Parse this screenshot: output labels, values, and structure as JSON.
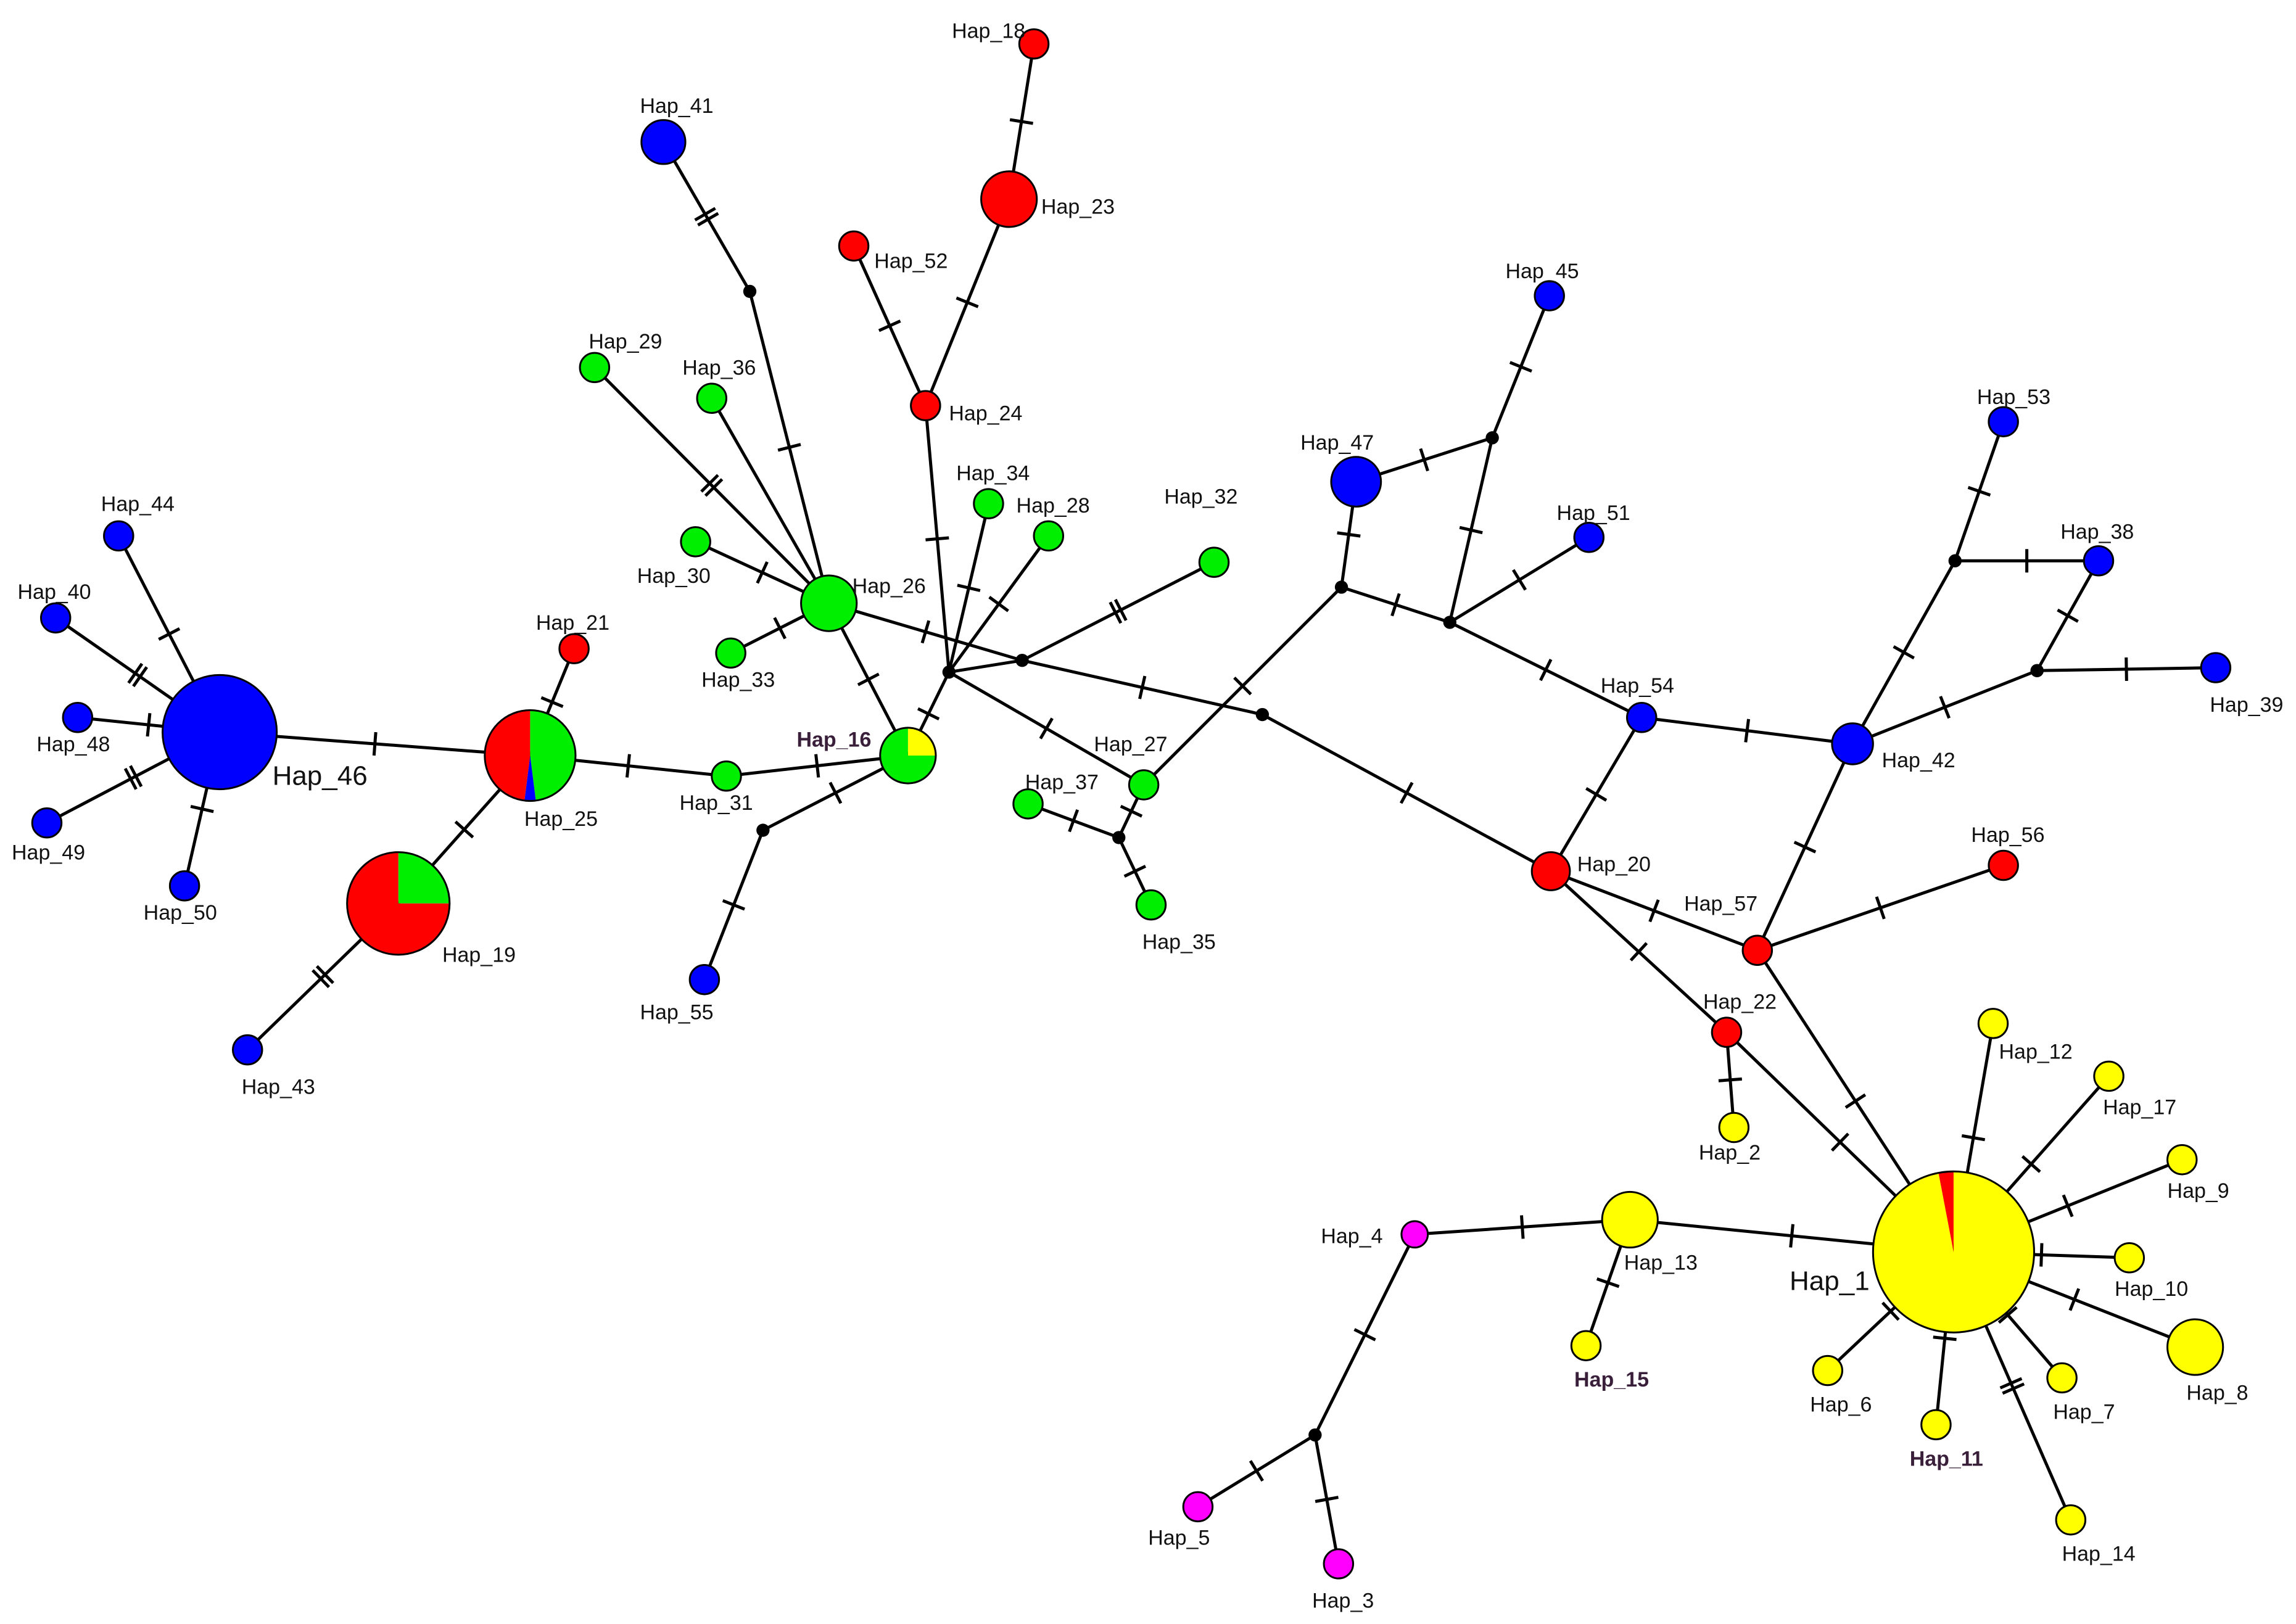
{
  "colors": {
    "red": "#ff0000",
    "green": "#00ee00",
    "blue": "#0000ff",
    "yellow": "#ffff00",
    "magenta": "#ff00ff",
    "median_vector": "#000000",
    "edge": "#000000"
  },
  "haplotypes": [
    {
      "id": "Hap_1",
      "label": "Hap_1",
      "slices": [
        {
          "color": "yellow",
          "fraction": 0.97
        },
        {
          "color": "red",
          "fraction": 0.03
        }
      ]
    },
    {
      "id": "Hap_2",
      "label": "Hap_2",
      "slices": [
        {
          "color": "yellow",
          "fraction": 1
        }
      ]
    },
    {
      "id": "Hap_3",
      "label": "Hap_3",
      "slices": [
        {
          "color": "magenta",
          "fraction": 1
        }
      ]
    },
    {
      "id": "Hap_4",
      "label": "Hap_4",
      "slices": [
        {
          "color": "magenta",
          "fraction": 1
        }
      ]
    },
    {
      "id": "Hap_5",
      "label": "Hap_5",
      "slices": [
        {
          "color": "magenta",
          "fraction": 1
        }
      ]
    },
    {
      "id": "Hap_6",
      "label": "Hap_6",
      "slices": [
        {
          "color": "yellow",
          "fraction": 1
        }
      ]
    },
    {
      "id": "Hap_7",
      "label": "Hap_7",
      "slices": [
        {
          "color": "yellow",
          "fraction": 1
        }
      ]
    },
    {
      "id": "Hap_8",
      "label": "Hap_8",
      "slices": [
        {
          "color": "yellow",
          "fraction": 1
        }
      ]
    },
    {
      "id": "Hap_9",
      "label": "Hap_9",
      "slices": [
        {
          "color": "yellow",
          "fraction": 1
        }
      ]
    },
    {
      "id": "Hap_10",
      "label": "Hap_10",
      "slices": [
        {
          "color": "yellow",
          "fraction": 1
        }
      ]
    },
    {
      "id": "Hap_11",
      "label": "Hap_11",
      "bold": true,
      "slices": [
        {
          "color": "yellow",
          "fraction": 1
        }
      ]
    },
    {
      "id": "Hap_12",
      "label": "Hap_12",
      "slices": [
        {
          "color": "yellow",
          "fraction": 1
        }
      ]
    },
    {
      "id": "Hap_13",
      "label": "Hap_13",
      "slices": [
        {
          "color": "yellow",
          "fraction": 1
        }
      ]
    },
    {
      "id": "Hap_14",
      "label": "Hap_14",
      "slices": [
        {
          "color": "yellow",
          "fraction": 1
        }
      ]
    },
    {
      "id": "Hap_15",
      "label": "Hap_15",
      "bold": true,
      "slices": [
        {
          "color": "yellow",
          "fraction": 1
        }
      ]
    },
    {
      "id": "Hap_16",
      "label": "Hap_16",
      "bold": true,
      "slices": [
        {
          "color": "yellow",
          "fraction": 0.25
        },
        {
          "color": "green",
          "fraction": 0.75
        }
      ]
    },
    {
      "id": "Hap_17",
      "label": "Hap_17",
      "slices": [
        {
          "color": "yellow",
          "fraction": 1
        }
      ]
    },
    {
      "id": "Hap_18",
      "label": "Hap_18",
      "slices": [
        {
          "color": "red",
          "fraction": 1
        }
      ]
    },
    {
      "id": "Hap_19",
      "label": "Hap_19",
      "slices": [
        {
          "color": "green",
          "fraction": 0.25
        },
        {
          "color": "red",
          "fraction": 0.75
        }
      ]
    },
    {
      "id": "Hap_20",
      "label": "Hap_20",
      "slices": [
        {
          "color": "red",
          "fraction": 1
        }
      ]
    },
    {
      "id": "Hap_21",
      "label": "Hap_21",
      "slices": [
        {
          "color": "red",
          "fraction": 1
        }
      ]
    },
    {
      "id": "Hap_22",
      "label": "Hap_22",
      "slices": [
        {
          "color": "red",
          "fraction": 1
        }
      ]
    },
    {
      "id": "Hap_23",
      "label": "Hap_23",
      "slices": [
        {
          "color": "red",
          "fraction": 1
        }
      ]
    },
    {
      "id": "Hap_24",
      "label": "Hap_24",
      "slices": [
        {
          "color": "red",
          "fraction": 1
        }
      ]
    },
    {
      "id": "Hap_25",
      "label": "Hap_25",
      "slices": [
        {
          "color": "green",
          "fraction": 0.48
        },
        {
          "color": "blue",
          "fraction": 0.04
        },
        {
          "color": "red",
          "fraction": 0.48
        }
      ]
    },
    {
      "id": "Hap_26",
      "label": "Hap_26",
      "slices": [
        {
          "color": "green",
          "fraction": 1
        }
      ]
    },
    {
      "id": "Hap_27",
      "label": "Hap_27",
      "slices": [
        {
          "color": "green",
          "fraction": 1
        }
      ]
    },
    {
      "id": "Hap_28",
      "label": "Hap_28",
      "slices": [
        {
          "color": "green",
          "fraction": 1
        }
      ]
    },
    {
      "id": "Hap_29",
      "label": "Hap_29",
      "slices": [
        {
          "color": "green",
          "fraction": 1
        }
      ]
    },
    {
      "id": "Hap_30",
      "label": "Hap_30",
      "slices": [
        {
          "color": "green",
          "fraction": 1
        }
      ]
    },
    {
      "id": "Hap_31",
      "label": "Hap_31",
      "slices": [
        {
          "color": "green",
          "fraction": 1
        }
      ]
    },
    {
      "id": "Hap_32",
      "label": "Hap_32",
      "slices": [
        {
          "color": "green",
          "fraction": 1
        }
      ]
    },
    {
      "id": "Hap_33",
      "label": "Hap_33",
      "slices": [
        {
          "color": "green",
          "fraction": 1
        }
      ]
    },
    {
      "id": "Hap_34",
      "label": "Hap_34",
      "slices": [
        {
          "color": "green",
          "fraction": 1
        }
      ]
    },
    {
      "id": "Hap_35",
      "label": "Hap_35",
      "slices": [
        {
          "color": "green",
          "fraction": 1
        }
      ]
    },
    {
      "id": "Hap_36",
      "label": "Hap_36",
      "slices": [
        {
          "color": "green",
          "fraction": 1
        }
      ]
    },
    {
      "id": "Hap_37",
      "label": "Hap_37",
      "slices": [
        {
          "color": "green",
          "fraction": 1
        }
      ]
    },
    {
      "id": "Hap_38",
      "label": "Hap_38",
      "slices": [
        {
          "color": "blue",
          "fraction": 1
        }
      ]
    },
    {
      "id": "Hap_39",
      "label": "Hap_39",
      "slices": [
        {
          "color": "blue",
          "fraction": 1
        }
      ]
    },
    {
      "id": "Hap_40",
      "label": "Hap_40",
      "slices": [
        {
          "color": "blue",
          "fraction": 1
        }
      ]
    },
    {
      "id": "Hap_41",
      "label": "Hap_41",
      "slices": [
        {
          "color": "blue",
          "fraction": 1
        }
      ]
    },
    {
      "id": "Hap_42",
      "label": "Hap_42",
      "slices": [
        {
          "color": "blue",
          "fraction": 1
        }
      ]
    },
    {
      "id": "Hap_43",
      "label": "Hap_43",
      "slices": [
        {
          "color": "blue",
          "fraction": 1
        }
      ]
    },
    {
      "id": "Hap_44",
      "label": "Hap_44",
      "slices": [
        {
          "color": "blue",
          "fraction": 1
        }
      ]
    },
    {
      "id": "Hap_45",
      "label": "Hap_45",
      "slices": [
        {
          "color": "blue",
          "fraction": 1
        }
      ]
    },
    {
      "id": "Hap_46",
      "label": "Hap_46",
      "slices": [
        {
          "color": "blue",
          "fraction": 1
        }
      ]
    },
    {
      "id": "Hap_47",
      "label": "Hap_47",
      "slices": [
        {
          "color": "blue",
          "fraction": 1
        }
      ]
    },
    {
      "id": "Hap_48",
      "label": "Hap_48",
      "slices": [
        {
          "color": "blue",
          "fraction": 1
        }
      ]
    },
    {
      "id": "Hap_49",
      "label": "Hap_49",
      "slices": [
        {
          "color": "blue",
          "fraction": 1
        }
      ]
    },
    {
      "id": "Hap_50",
      "label": "Hap_50",
      "slices": [
        {
          "color": "blue",
          "fraction": 1
        }
      ]
    },
    {
      "id": "Hap_51",
      "label": "Hap_51",
      "slices": [
        {
          "color": "blue",
          "fraction": 1
        }
      ]
    },
    {
      "id": "Hap_52",
      "label": "Hap_52",
      "slices": [
        {
          "color": "red",
          "fraction": 1
        }
      ]
    },
    {
      "id": "Hap_53",
      "label": "Hap_53",
      "slices": [
        {
          "color": "blue",
          "fraction": 1
        }
      ]
    },
    {
      "id": "Hap_54",
      "label": "Hap_54",
      "slices": [
        {
          "color": "blue",
          "fraction": 1
        }
      ]
    },
    {
      "id": "Hap_55",
      "label": "Hap_55",
      "slices": [
        {
          "color": "blue",
          "fraction": 1
        }
      ]
    },
    {
      "id": "Hap_56",
      "label": "Hap_56",
      "slices": [
        {
          "color": "red",
          "fraction": 1
        }
      ]
    },
    {
      "id": "Hap_57",
      "label": "Hap_57",
      "slices": [
        {
          "color": "red",
          "fraction": 1
        }
      ]
    }
  ],
  "median_vectors": [
    "mv1",
    "mv2",
    "mv3",
    "mv4",
    "mv5",
    "mv6",
    "mv7",
    "mv8",
    "mv9",
    "mv10",
    "mv11",
    "mv12",
    "mv13"
  ],
  "edges": [
    {
      "from": "Hap_46",
      "to": "Hap_44",
      "mutations": 1
    },
    {
      "from": "Hap_46",
      "to": "Hap_40",
      "mutations": 2
    },
    {
      "from": "Hap_46",
      "to": "Hap_48",
      "mutations": 1
    },
    {
      "from": "Hap_46",
      "to": "Hap_49",
      "mutations": 2
    },
    {
      "from": "Hap_46",
      "to": "Hap_50",
      "mutations": 1
    },
    {
      "from": "Hap_46",
      "to": "Hap_25",
      "mutations": 1
    },
    {
      "from": "Hap_25",
      "to": "Hap_21",
      "mutations": 1
    },
    {
      "from": "Hap_25",
      "to": "Hap_19",
      "mutations": 1
    },
    {
      "from": "Hap_19",
      "to": "Hap_43",
      "mutations": 2
    },
    {
      "from": "Hap_25",
      "to": "Hap_31",
      "mutations": 1
    },
    {
      "from": "Hap_31",
      "to": "Hap_16",
      "mutations": 1
    },
    {
      "from": "Hap_16",
      "to": "mv3",
      "mutations": 1
    },
    {
      "from": "mv3",
      "to": "Hap_55",
      "mutations": 1
    },
    {
      "from": "Hap_16",
      "to": "Hap_26",
      "mutations": 1
    },
    {
      "from": "Hap_16",
      "to": "mv2",
      "mutations": 1
    },
    {
      "from": "Hap_26",
      "to": "Hap_29",
      "mutations": 2
    },
    {
      "from": "Hap_26",
      "to": "Hap_36",
      "mutations": 0
    },
    {
      "from": "Hap_26",
      "to": "Hap_30",
      "mutations": 1
    },
    {
      "from": "Hap_26",
      "to": "Hap_33",
      "mutations": 1
    },
    {
      "from": "Hap_26",
      "to": "mv1",
      "mutations": 1
    },
    {
      "from": "mv1",
      "to": "Hap_41",
      "mutations": 2
    },
    {
      "from": "Hap_26",
      "to": "mv4",
      "mutations": 1
    },
    {
      "from": "mv2",
      "to": "Hap_24",
      "mutations": 1
    },
    {
      "from": "Hap_24",
      "to": "Hap_52",
      "mutations": 1
    },
    {
      "from": "Hap_24",
      "to": "Hap_23",
      "mutations": 1
    },
    {
      "from": "Hap_23",
      "to": "Hap_18",
      "mutations": 1
    },
    {
      "from": "mv2",
      "to": "Hap_34",
      "mutations": 1
    },
    {
      "from": "mv2",
      "to": "Hap_28",
      "mutations": 1
    },
    {
      "from": "mv2",
      "to": "mv4",
      "mutations": 0
    },
    {
      "from": "mv4",
      "to": "Hap_32",
      "mutations": 2
    },
    {
      "from": "mv2",
      "to": "Hap_27",
      "mutations": 1
    },
    {
      "from": "Hap_27",
      "to": "mv5",
      "mutations": 1
    },
    {
      "from": "mv5",
      "to": "Hap_37",
      "mutations": 1
    },
    {
      "from": "mv5",
      "to": "Hap_35",
      "mutations": 1
    },
    {
      "from": "Hap_27",
      "to": "mv7",
      "mutations": 1
    },
    {
      "from": "mv4",
      "to": "mv6",
      "mutations": 1
    },
    {
      "from": "mv6",
      "to": "Hap_20",
      "mutations": 1
    },
    {
      "from": "mv7",
      "to": "Hap_47",
      "mutations": 1
    },
    {
      "from": "mv7",
      "to": "mv9",
      "mutations": 1
    },
    {
      "from": "Hap_47",
      "to": "mv8",
      "mutations": 1
    },
    {
      "from": "mv8",
      "to": "Hap_45",
      "mutations": 1
    },
    {
      "from": "mv8",
      "to": "mv9",
      "mutations": 1
    },
    {
      "from": "mv9",
      "to": "Hap_51",
      "mutations": 1
    },
    {
      "from": "mv9",
      "to": "Hap_54",
      "mutations": 1
    },
    {
      "from": "Hap_54",
      "to": "Hap_20",
      "mutations": 1
    },
    {
      "from": "Hap_54",
      "to": "Hap_42",
      "mutations": 1
    },
    {
      "from": "Hap_42",
      "to": "mv10",
      "mutations": 1
    },
    {
      "from": "mv10",
      "to": "Hap_53",
      "mutations": 1
    },
    {
      "from": "mv10",
      "to": "Hap_38",
      "mutations": 1
    },
    {
      "from": "Hap_42",
      "to": "mv11",
      "mutations": 1
    },
    {
      "from": "mv11",
      "to": "Hap_38",
      "mutations": 1
    },
    {
      "from": "mv11",
      "to": "Hap_39",
      "mutations": 1
    },
    {
      "from": "Hap_42",
      "to": "Hap_57",
      "mutations": 1
    },
    {
      "from": "Hap_20",
      "to": "Hap_57",
      "mutations": 1
    },
    {
      "from": "Hap_20",
      "to": "Hap_22",
      "mutations": 1
    },
    {
      "from": "Hap_57",
      "to": "Hap_56",
      "mutations": 1
    },
    {
      "from": "Hap_57",
      "to": "Hap_1",
      "mutations": 1
    },
    {
      "from": "Hap_22",
      "to": "Hap_2",
      "mutations": 1
    },
    {
      "from": "Hap_22",
      "to": "Hap_1",
      "mutations": 1
    },
    {
      "from": "Hap_1",
      "to": "Hap_12",
      "mutations": 1
    },
    {
      "from": "Hap_1",
      "to": "Hap_17",
      "mutations": 1
    },
    {
      "from": "Hap_1",
      "to": "Hap_9",
      "mutations": 1
    },
    {
      "from": "Hap_1",
      "to": "Hap_10",
      "mutations": 1
    },
    {
      "from": "Hap_1",
      "to": "Hap_8",
      "mutations": 1
    },
    {
      "from": "Hap_1",
      "to": "Hap_7",
      "mutations": 1
    },
    {
      "from": "Hap_1",
      "to": "Hap_14",
      "mutations": 2
    },
    {
      "from": "Hap_1",
      "to": "Hap_11",
      "mutations": 1
    },
    {
      "from": "Hap_1",
      "to": "Hap_6",
      "mutations": 1
    },
    {
      "from": "Hap_1",
      "to": "Hap_13",
      "mutations": 1
    },
    {
      "from": "Hap_13",
      "to": "Hap_15",
      "mutations": 1
    },
    {
      "from": "Hap_13",
      "to": "Hap_4",
      "mutations": 1
    },
    {
      "from": "Hap_4",
      "to": "mv13",
      "mutations": 1
    },
    {
      "from": "mv13",
      "to": "Hap_5",
      "mutations": 1
    },
    {
      "from": "mv13",
      "to": "Hap_3",
      "mutations": 1
    }
  ]
}
